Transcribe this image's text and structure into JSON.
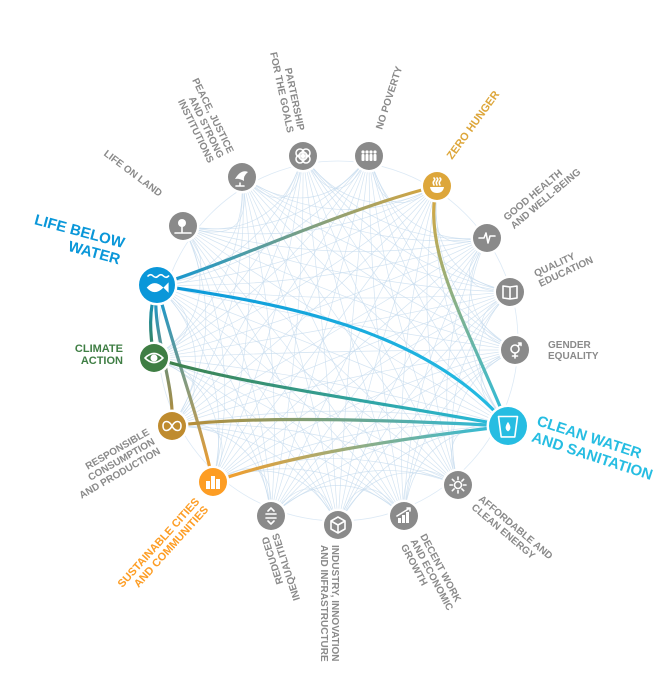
{
  "colors": {
    "grey": "#8a8a8a",
    "mesh": "#c5dbee",
    "zero_hunger": "#dda63a",
    "clean_water": "#26bde2",
    "life_below_water": "#0a97d9",
    "climate_action": "#3f7e44",
    "responsible_consumption": "#bf8b2e",
    "sustainable_cities": "#fd9d24"
  },
  "goals": [
    {
      "id": "no_poverty",
      "label": "NO POVERTY",
      "icon": "family-icon",
      "highlight": false
    },
    {
      "id": "zero_hunger",
      "label": "ZERO HUNGER",
      "icon": "food-bowl-icon",
      "highlight": true
    },
    {
      "id": "good_health",
      "label": "GOOD HEALTH AND WELL-BEING",
      "icon": "heartbeat-icon",
      "highlight": false
    },
    {
      "id": "quality_education",
      "label": "QUALITY EDUCATION",
      "icon": "book-icon",
      "highlight": false
    },
    {
      "id": "gender_equality",
      "label": "GENDER EQUALITY",
      "icon": "gender-icon",
      "highlight": false
    },
    {
      "id": "clean_water",
      "label": "CLEAN WATER AND SANITATION",
      "icon": "water-glass-icon",
      "highlight": true
    },
    {
      "id": "affordable_energy",
      "label": "AFFORDABLE AND CLEAN ENERGY",
      "icon": "sun-power-icon",
      "highlight": false
    },
    {
      "id": "decent_work",
      "label": "DECENT WORK AND ECONOMIC GROWTH",
      "icon": "growth-chart-icon",
      "highlight": false
    },
    {
      "id": "industry",
      "label": "INDUSTRY, INNOVATION AND INFRASTRUCTURE",
      "icon": "cubes-icon",
      "highlight": false
    },
    {
      "id": "reduced_inequalities",
      "label": "REDUCED INEQUALITIES",
      "icon": "equality-icon",
      "highlight": false
    },
    {
      "id": "sustainable_cities",
      "label": "SUSTAINABLE CITIES AND COMMUNITIES",
      "icon": "city-icon",
      "highlight": true
    },
    {
      "id": "responsible_consumption",
      "label": "RESPONSIBLE CONSUMPTION AND PRODUCTION",
      "icon": "infinity-icon",
      "highlight": true
    },
    {
      "id": "climate_action",
      "label": "CLIMATE ACTION",
      "icon": "eye-globe-icon",
      "highlight": true
    },
    {
      "id": "life_below_water",
      "label": "LIFE BELOW WATER",
      "icon": "fish-icon",
      "highlight": true
    },
    {
      "id": "life_on_land",
      "label": "LIFE ON LAND",
      "icon": "tree-icon",
      "highlight": false
    },
    {
      "id": "peace_justice",
      "label": "PEACE, JUSTICE AND STRONG INSTITUTIONS",
      "icon": "dove-icon",
      "highlight": false
    },
    {
      "id": "partnership",
      "label": "PARTERSHIP FOR THE GOALS",
      "icon": "flower-icon",
      "highlight": false
    }
  ],
  "connections": [
    {
      "from": "life_below_water",
      "to": "zero_hunger"
    },
    {
      "from": "life_below_water",
      "to": "clean_water"
    },
    {
      "from": "life_below_water",
      "to": "climate_action"
    },
    {
      "from": "life_below_water",
      "to": "responsible_consumption"
    },
    {
      "from": "life_below_water",
      "to": "sustainable_cities"
    },
    {
      "from": "zero_hunger",
      "to": "clean_water"
    },
    {
      "from": "climate_action",
      "to": "clean_water"
    },
    {
      "from": "responsible_consumption",
      "to": "clean_water"
    },
    {
      "from": "sustainable_cities",
      "to": "clean_water"
    }
  ]
}
